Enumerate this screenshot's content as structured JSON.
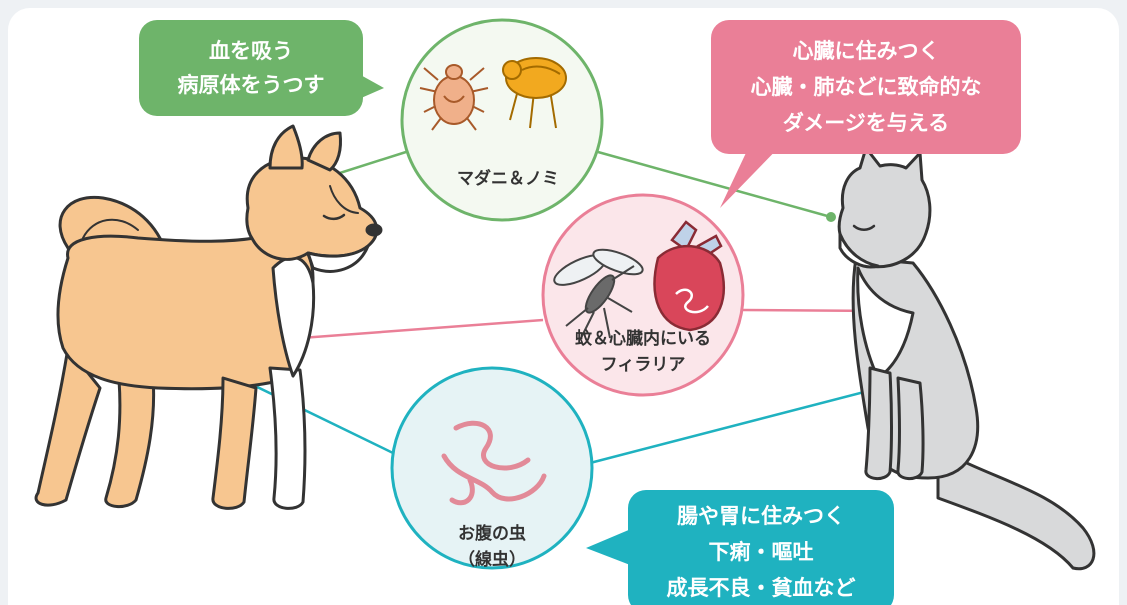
{
  "colors": {
    "green": "#6eb46a",
    "pink": "#ea7f97",
    "teal": "#1fb2c0",
    "dog_fur": "#f7c690",
    "cat_fur": "#d8d9da"
  },
  "icons": [
    "dog-illustration",
    "cat-illustration",
    "tick-icon",
    "flea-icon",
    "mosquito-icon",
    "heart-icon",
    "worm-icon"
  ],
  "bubbles": {
    "ticks_fleas": {
      "lines": [
        "血を吸う",
        "病原体をうつす"
      ]
    },
    "heartworm": {
      "lines": [
        "心臓に住みつく",
        "心臓・肺などに致命的な",
        "ダメージを与える"
      ]
    },
    "roundworm": {
      "lines": [
        "腸や胃に住みつく",
        "下痢・嘔吐",
        "成長不良・貧血など"
      ]
    }
  },
  "parasites": {
    "ticks_fleas": {
      "label": "マダニ＆ノミ"
    },
    "heartworm": {
      "lines": [
        "蚊＆心臓内にいる",
        "フィラリア"
      ]
    },
    "roundworm": {
      "lines": [
        "お腹の虫",
        "（線虫）"
      ]
    }
  }
}
